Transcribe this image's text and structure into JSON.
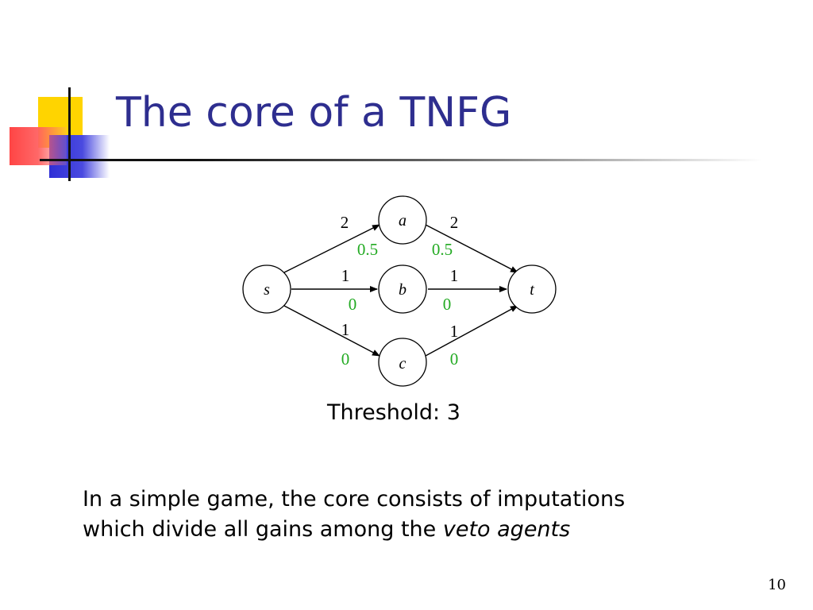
{
  "slide": {
    "title": "The core of a TNFG",
    "threshold_text": "Threshold: 3",
    "body_line1": "In a simple game, the core consists of imputations",
    "body_line2_prefix": "which divide all gains among the ",
    "body_line2_emphasis": "veto agents",
    "page_number": "10"
  },
  "colors": {
    "title": "#2e2e8f",
    "deco_yellow": "#ffd400",
    "deco_red": "#ff3b3b",
    "deco_blue": "#2f2fd6",
    "weight_label": "#000000",
    "flow_label": "#22aa22"
  },
  "graph": {
    "nodes": [
      {
        "id": "s",
        "label": "s"
      },
      {
        "id": "a",
        "label": "a"
      },
      {
        "id": "b",
        "label": "b"
      },
      {
        "id": "c",
        "label": "c"
      },
      {
        "id": "t",
        "label": "t"
      }
    ],
    "edges": [
      {
        "from": "s",
        "to": "a",
        "weight": "2",
        "flow": "0.5"
      },
      {
        "from": "a",
        "to": "t",
        "weight": "2",
        "flow": "0.5"
      },
      {
        "from": "s",
        "to": "b",
        "weight": "1",
        "flow": "0"
      },
      {
        "from": "b",
        "to": "t",
        "weight": "1",
        "flow": "0"
      },
      {
        "from": "s",
        "to": "c",
        "weight": "1",
        "flow": "0"
      },
      {
        "from": "c",
        "to": "t",
        "weight": "1",
        "flow": "0"
      }
    ]
  }
}
